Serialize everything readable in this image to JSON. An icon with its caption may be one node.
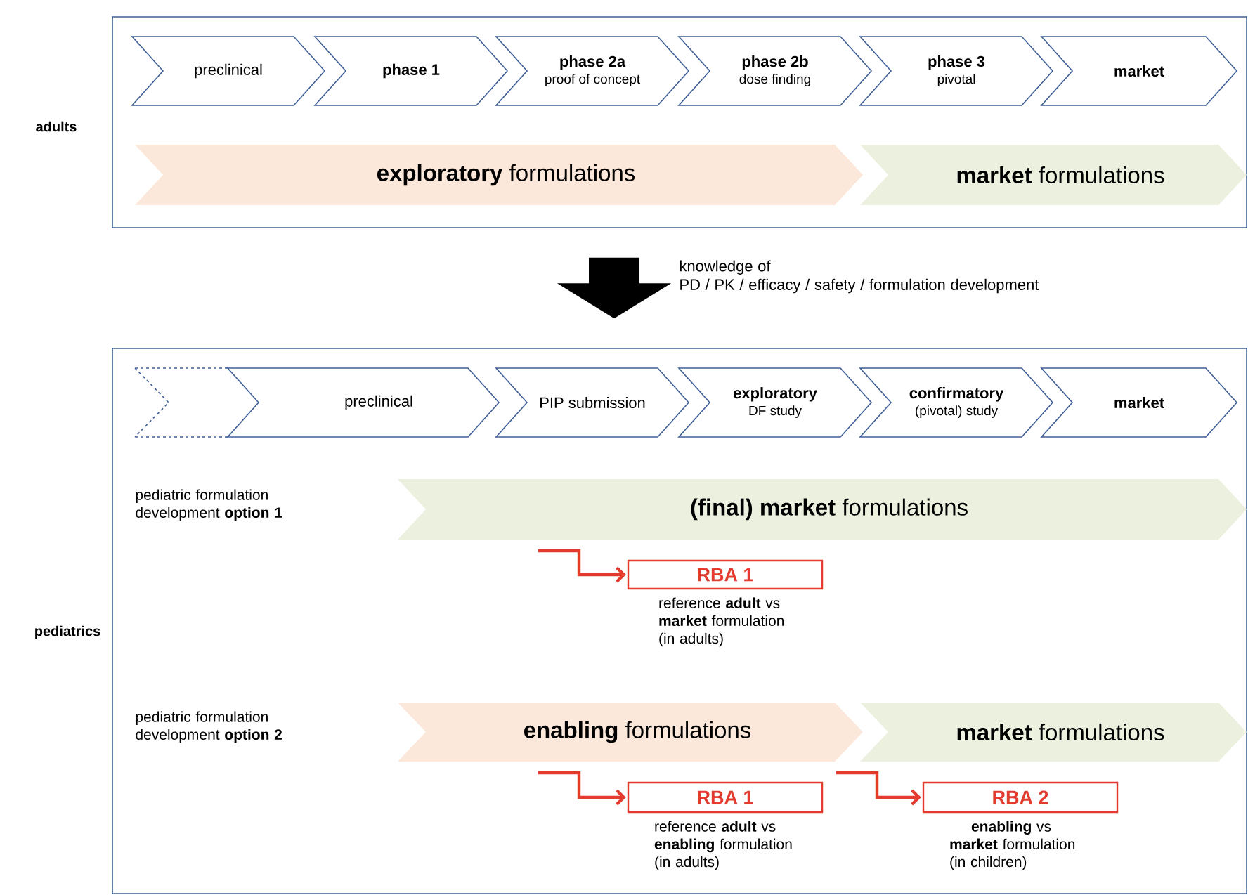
{
  "diagram": {
    "nodes": [
      {
        "text": [
          "adults"
        ]
      },
      {
        "text": [
          "preclinical"
        ],
        "in": 0
      },
      {
        "text": [
          "**phase 1**"
        ],
        "in": 0
      },
      {
        "text": [
          "phase 2a",
          "proof of concept"
        ],
        "in": 0
      },
      {
        "text": [
          "phase 2b",
          "dose finding"
        ],
        "in": 0
      },
      {
        "text": [
          "phase 3",
          "pivotal"
        ],
        "in": 0
      },
      {
        "text": [
          "**market**"
        ],
        "in": 0
      },
      {
        "text": [
          "**exploratory** formulations"
        ],
        "in": 0
      },
      {
        "text": [
          "**market** formulations"
        ],
        "in": 0
      },
      {
        "text": [
          "pediatrics"
        ]
      },
      {
        "text": [],
        "shape": "chevron",
        "in": 9
      },
      {
        "text": [
          "preclinical"
        ],
        "in": 9
      },
      {
        "text": [
          "PIP submission"
        ],
        "in": 9
      },
      {
        "text": [
          "exploratory",
          "DF study"
        ],
        "in": 9
      },
      {
        "text": [
          "confirmatory",
          "(pivotal) study"
        ],
        "in": 9
      },
      {
        "text": [
          "**market**"
        ],
        "in": 9
      },
      {
        "text": [
          "**(final) market** formulations"
        ],
        "in": 9
      },
      {
        "text": [
          "RBA 1"
        ],
        "beside": [
          "reference **adult** vs **market** formulation (in adults)"
        ],
        "in": 9
      },
      {
        "text": [
          "**enabling** formulations"
        ],
        "in": 9
      },
      {
        "text": [
          "**market** formulations"
        ],
        "in": 9
      },
      {
        "text": [
          "RBA 1"
        ],
        "beside": [
          "reference **adult** vs **enabling** formulation (in adults)"
        ],
        "in": 9
      },
      {
        "text": [
          "RBA 2"
        ],
        "beside": [
          "**enabling** vs **market** formulation (in children)"
        ],
        "in": 9
      }
    ],
    "edges": [
      {
        "from": 0,
        "to": 9,
        "arrow": "to",
        "label": "knowledge of PD / PK / efficacy / safety / formulation development",
        "style": "thick",
        "color": "#000000"
      },
      {
        "from": 16,
        "to": 17,
        "arrow": "to"
      },
      {
        "from": 18,
        "to": 20,
        "arrow": "to"
      },
      {
        "from": 18,
        "to": 21,
        "arrow": "to"
      }
    ],
    "labels": [
      "pediatric formulation development **option 1**",
      "pediatric formulation development **option 2**"
    ]
  }
}
